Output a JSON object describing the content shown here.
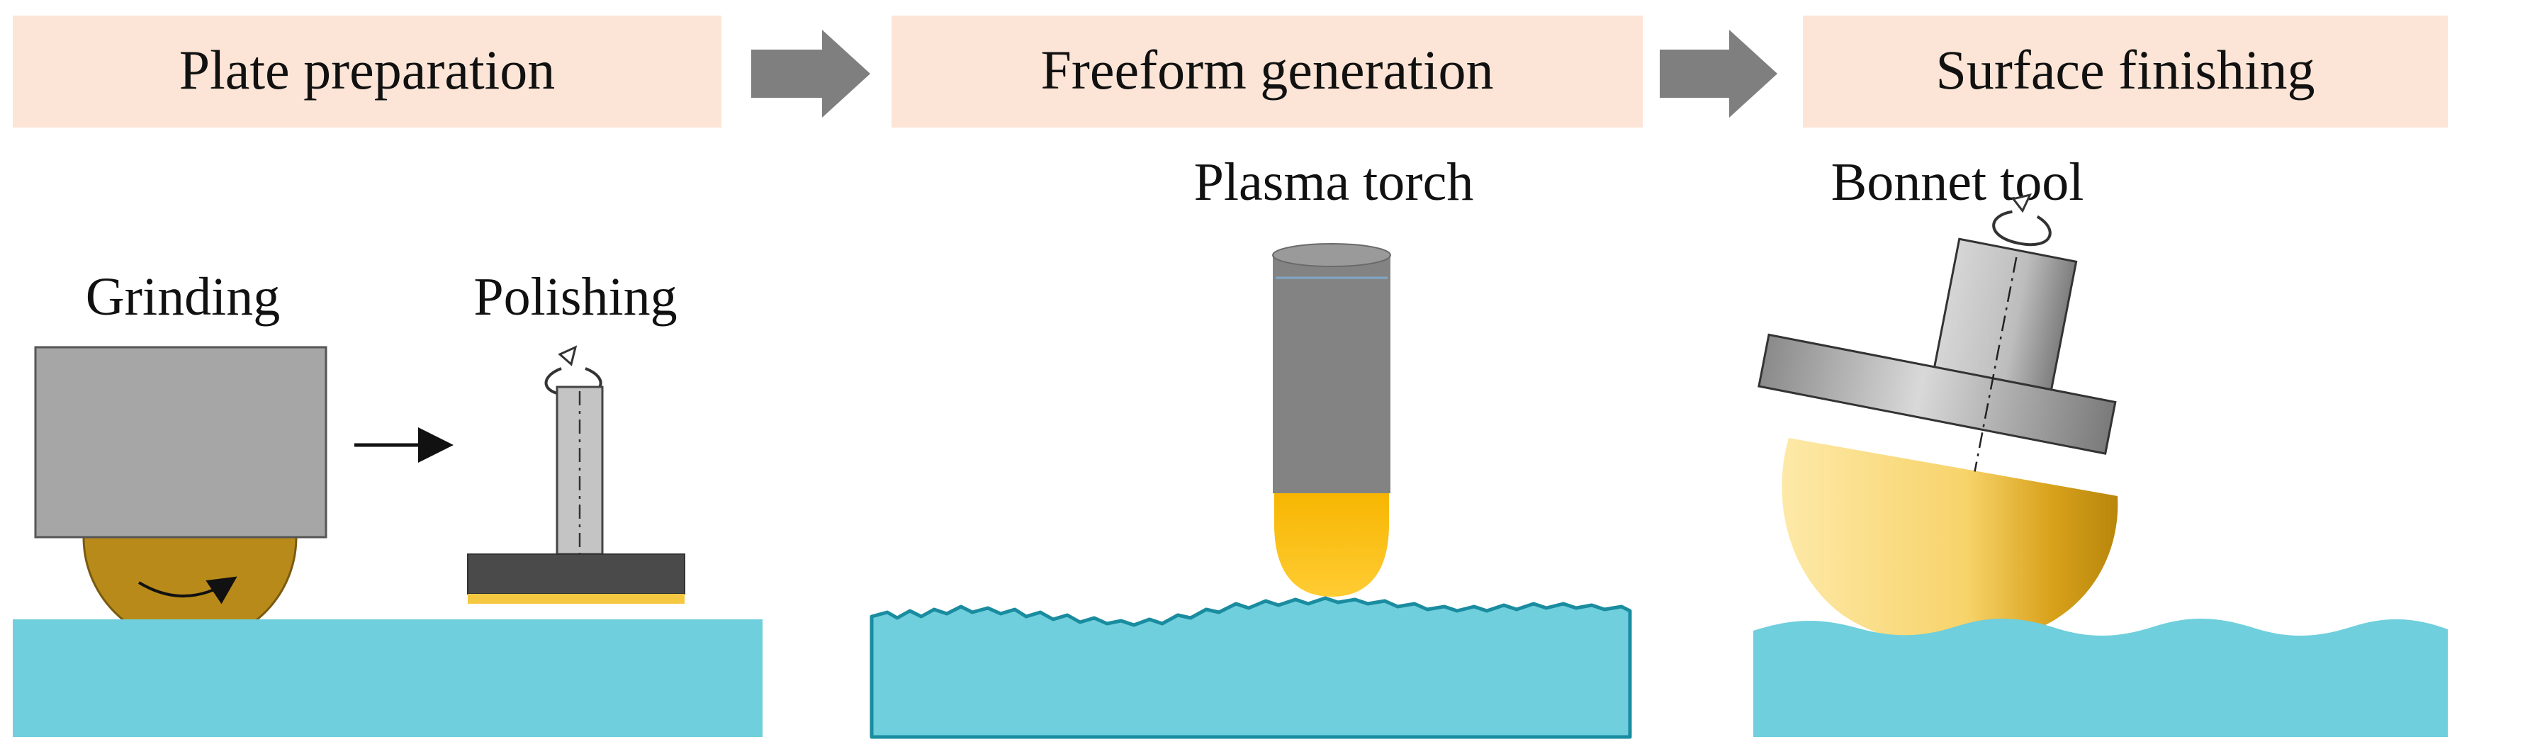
{
  "stages": [
    {
      "label": "Plate preparation"
    },
    {
      "label": "Freeform generation"
    },
    {
      "label": "Surface finishing"
    }
  ],
  "tools": {
    "grinding": "Grinding",
    "polishing": "Polishing",
    "plasma_torch": "Plasma torch",
    "bonnet_tool": "Bonnet tool"
  },
  "colors": {
    "stage_box": "#fce5d6",
    "flow_arrow": "#7f7f7f",
    "workpiece": "#6fcfdc",
    "workpiece_edge": "#1a8ca0",
    "tool_body": "#8c8c8c",
    "grinding_wheel": "#b88a1a",
    "polishing_pad": "#4a4a4a",
    "polishing_film": "#f5c842",
    "plasma": "#f7b500",
    "bonnet": "#f3c43a"
  }
}
